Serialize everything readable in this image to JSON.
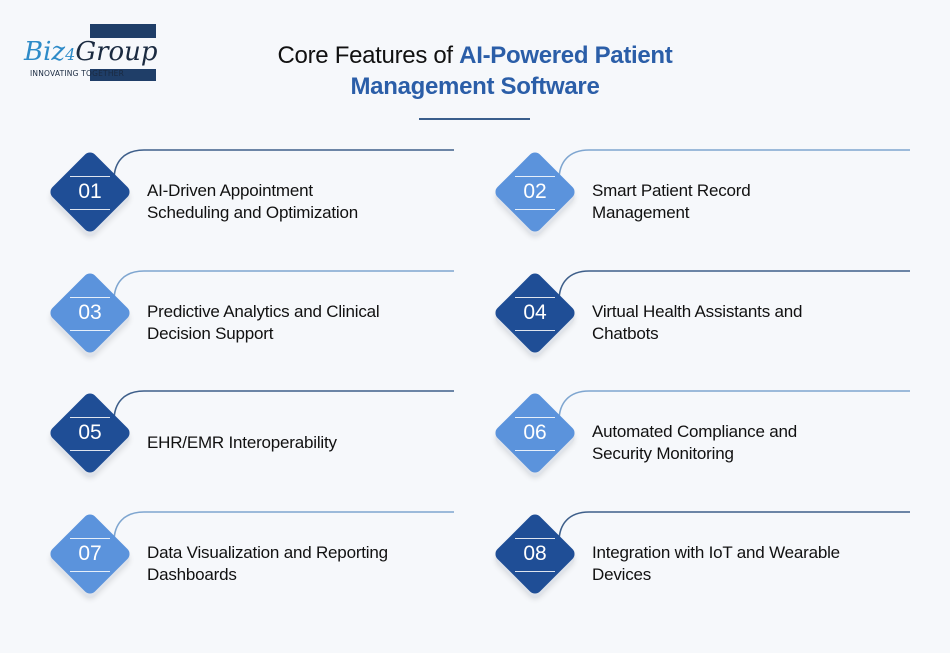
{
  "brand": {
    "name_part1": "Biz",
    "name_part2": "4",
    "name_part3": "Group",
    "tagline": "INNOVATING TOGETHER",
    "color": "#1f3e68"
  },
  "header": {
    "title_plain": "Core Features of ",
    "title_accent": "AI-Powered Patient",
    "title_line2": "Management Software",
    "accent_color": "#2b5ea8"
  },
  "features": [
    {
      "number": "01",
      "label": "AI-Driven Appointment Scheduling and Optimization",
      "line1": "AI-Driven Appointment",
      "line2": "Scheduling and Optimization",
      "style": "dark"
    },
    {
      "number": "02",
      "label": "Smart Patient Record Management",
      "line1": "Smart Patient Record",
      "line2": "Management",
      "style": "light"
    },
    {
      "number": "03",
      "label": "Predictive Analytics and Clinical Decision Support",
      "line1": "Predictive Analytics and Clinical",
      "line2": "Decision Support",
      "style": "light"
    },
    {
      "number": "04",
      "label": "Virtual Health Assistants and Chatbots",
      "line1": "Virtual Health Assistants and",
      "line2": "Chatbots",
      "style": "dark"
    },
    {
      "number": "05",
      "label": "EHR/EMR Interoperability",
      "line1": "EHR/EMR Interoperability",
      "line2": "",
      "style": "dark"
    },
    {
      "number": "06",
      "label": "Automated Compliance and Security Monitoring",
      "line1": "Automated Compliance and",
      "line2": "Security Monitoring",
      "style": "light"
    },
    {
      "number": "07",
      "label": "Data Visualization and Reporting Dashboards",
      "line1": "Data Visualization and Reporting",
      "line2": "Dashboards",
      "style": "light"
    },
    {
      "number": "08",
      "label": "Integration with IoT and Wearable Devices",
      "line1": "Integration with IoT and Wearable",
      "line2": "Devices",
      "style": "dark"
    }
  ],
  "colors": {
    "dark_diamond": "#1f4e96",
    "light_diamond": "#5b93dc",
    "dark_line": "#3e5f8a",
    "light_line": "#7fa6d0",
    "background": "#f6f8fb"
  }
}
